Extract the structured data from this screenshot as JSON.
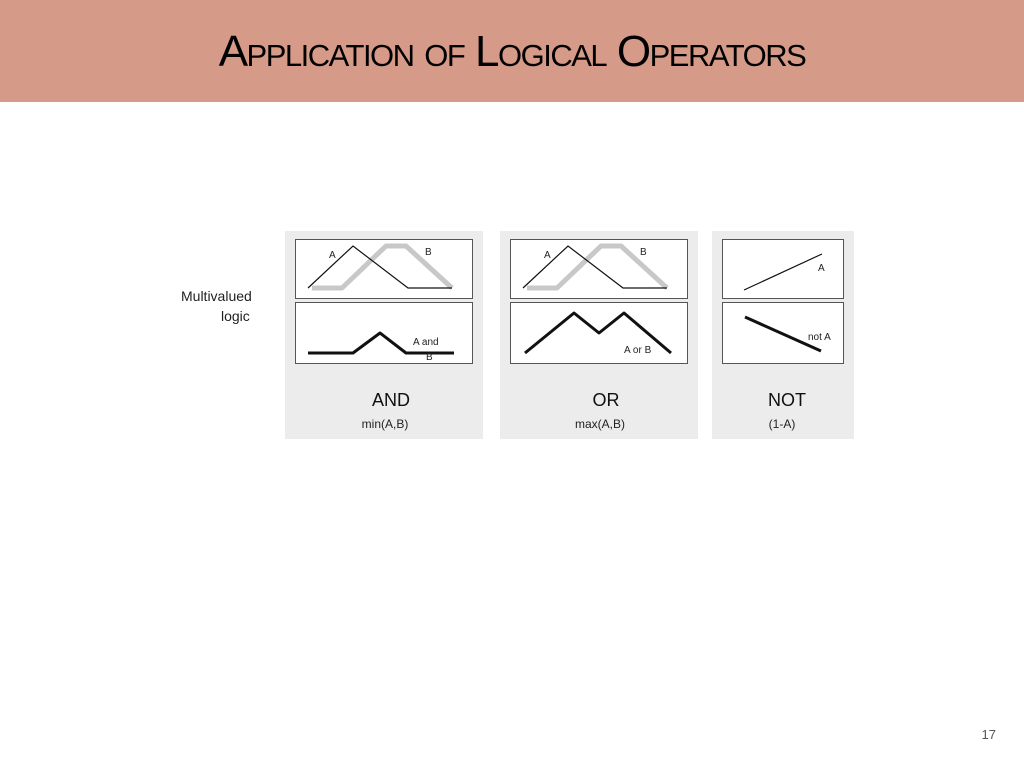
{
  "title": "Application of Logical Operators",
  "row_label_line1": "Multivalued",
  "row_label_line2": "logic",
  "panels": [
    {
      "top_labels": [
        "A",
        "B"
      ],
      "result_label_line1": "A and",
      "result_label_line2": "B",
      "op_name": "AND",
      "formula": "min(A,B)"
    },
    {
      "top_labels": [
        "A",
        "B"
      ],
      "result_label": "A or B",
      "op_name": "OR",
      "formula": "max(A,B)"
    },
    {
      "top_labels": [
        "A"
      ],
      "result_label": "not A",
      "op_name": "NOT",
      "formula": "(1-A)"
    }
  ],
  "page_number": "17",
  "colors": {
    "title_bar": "#d59a88",
    "panel_bg": "#ececec",
    "set_b_line": "#c8c8c8",
    "line": "#111111"
  }
}
